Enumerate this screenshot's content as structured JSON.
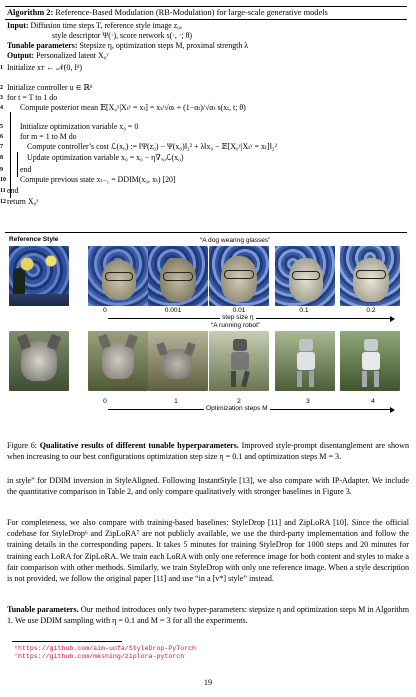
{
  "algorithm": {
    "title_bold": "Algorithm 2:",
    "title_rest": " Reference-Based Modulation (RB-Modulation) for large-scale generative models",
    "input_label": "Input:",
    "input_text": " Diffusion time steps T, reference style image z₀,",
    "input_text2": "style descriptor Ψ(·), score network s(·, ·; θ)",
    "tunable_label": "Tunable parameters:",
    "tunable_text": " Stepsize η, optimization steps M, proximal strength λ",
    "output_label": "Output:",
    "output_text": " Personalized latent X₀ʸ",
    "lines": [
      {
        "num": "1",
        "text": "Initialize xᴛ ← 𝒩(0, Iᵈ)"
      },
      {
        "num": "2",
        "text": "Initialize controller u ∈ ℝᵈ"
      },
      {
        "num": "3",
        "text": "for t = T to 1 do"
      },
      {
        "num": "4",
        "text": "Compute posterior mean 𝔼[X₀ʸ|Xₜʸ = xₜ] = xₜ/√αₜ + (1−αₜ)/√αₜ s(xₜ, t; θ)"
      },
      {
        "num": "5",
        "text": "Initialize optimization variable x₀ = 0"
      },
      {
        "num": "6",
        "text": "for m = 1 to M do"
      },
      {
        "num": "7",
        "text": "Compute controller’s cost ℒ(x₀) := ‖Ψ(z₀) − Ψ(x₀)‖₂² + λ‖x₀ − 𝔼[X₀ʸ|Xₜʸ = xₜ]‖₂²"
      },
      {
        "num": "8",
        "text": "Update optimization variable x₀ = x₀ − η∇ₓ₀ℒ(x₀)"
      },
      {
        "num": "9",
        "text": "end"
      },
      {
        "num": "10",
        "text": "Compute previous state xₜ₋₁ = DDIM(x₀, xₜ) [20]"
      },
      {
        "num": "11",
        "text": "end"
      },
      {
        "num": "12",
        "text": "return X₀ʸ"
      }
    ]
  },
  "figure": {
    "reference_style_label": "Reference Style",
    "prompt_1": "“A dog wearing glasses”",
    "prompt_2": "“A running robot”",
    "row1_ticks": [
      "0",
      "0.001",
      "0.01",
      "0.1",
      "0.2"
    ],
    "row1_axis": "step size η",
    "row2_ticks": [
      "0",
      "1",
      "2",
      "3",
      "4"
    ],
    "row2_axis": "Optimization steps M"
  },
  "caption": {
    "prefix": "Figure 6: ",
    "bold": "Qualitative results of different tunable hyperparameters.",
    "rest": " Improved style-prompt disentanglement are shown when increasing to our best configurations optimization step size η = 0.1 and optimization steps M = 3."
  },
  "body": {
    "p1": "in style” for DDIM inversion in StyleAligned. Following InstantStyle [13], we also compare with IP-Adapter. We include the quantitative comparison in Table 2, and only compare qualitatively with stronger baselines in Figure 3.",
    "p2": "For completeness, we also compare with training-based baselines: StyleDrop [11] and ZipLoRA [10]. Since the official codebase for StyleDrop⁶ and ZipLoRA⁷ are not publicly available, we use the third-party implementation and follow the training details in the corresponding papers. It takes 5 minutes for training StyleDrop for 1000 steps and 20 minutes for training each LoRA for ZipLoRA. We train each LoRA with only one reference image for both content and styles to make a fair comparison with other methods. Similarly, we train StyleDrop with only one reference image. When a style description is not provided, we follow the original paper [11] and use “in a [v*] style” instead.",
    "p3_bold": "Tunable parameters.",
    "p3_rest": " Our method introduces only two hyper-parameters: stepsize η and optimization steps M in Algorithm 1. We use DDIM sampling with η = 0.1 and M = 3 for all the experiments."
  },
  "footnotes": [
    "⁶https://github.com/aim-uofa/StyleDrop-PyTorch",
    "⁷https://github.com/mkshing/ziplora-pytorch"
  ],
  "page_number": "19"
}
